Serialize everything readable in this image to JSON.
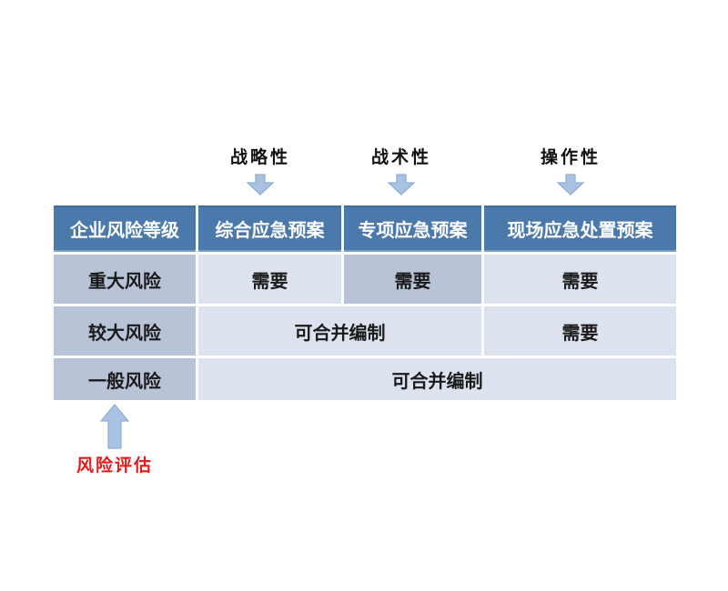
{
  "annotations": {
    "top": [
      {
        "label": "战略性"
      },
      {
        "label": "战术性"
      },
      {
        "label": "操作性"
      }
    ],
    "bottom": {
      "label": "风险评估"
    }
  },
  "table": {
    "headers": [
      "企业风险等级",
      "综合应急预案",
      "专项应急预案",
      "现场应急处置预案"
    ],
    "rows": [
      {
        "level": "重大风险",
        "cells": [
          "需要",
          "需要",
          "需要"
        ]
      },
      {
        "level": "较大风险",
        "cells": [
          "可合并编制",
          "需要"
        ]
      },
      {
        "level": "一般风险",
        "cells": [
          "可合并编制"
        ]
      }
    ]
  },
  "colors": {
    "header_bg": "#4b79ac",
    "header_text": "#ffffff",
    "dark_cell_bg": "#b9c3d7",
    "light_cell_bg": "#dde3ee",
    "body_text": "#1a1a1a",
    "arrow_fill": "#a9c2e1",
    "arrow_stroke": "#8fadd1",
    "accent_red": "#e21a1a",
    "page_bg": "#ffffff"
  }
}
